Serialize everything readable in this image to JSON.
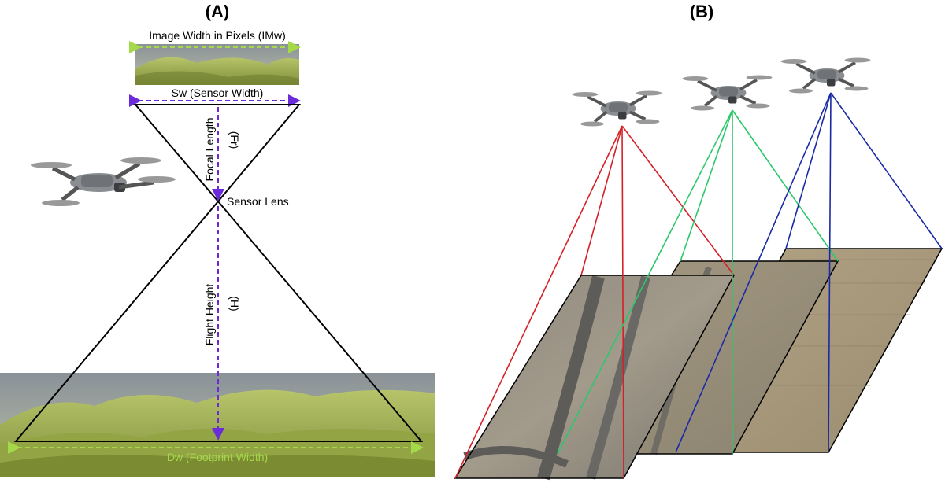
{
  "panels": {
    "a": {
      "label": "(A)",
      "image_width_label": "Image Width in Pixels (IMw)",
      "sensor_width_label": "Sw (Sensor Width)",
      "focal_length_label": "Focal Length",
      "focal_length_symbol": "(Fr)",
      "sensor_lens_label": "Sensor Lens",
      "flight_height_label": "Flight Height",
      "flight_height_symbol": "(H)",
      "footprint_width_label": "Dw (Footprint Width)"
    },
    "b": {
      "label": "(B)"
    }
  },
  "colors": {
    "arrow_purple": "#6a2cd8",
    "arrow_green": "#a5d94a",
    "line_red": "#d62027",
    "line_green": "#2bc86b",
    "line_blue": "#1a2aa6",
    "frame_black": "#000000"
  }
}
